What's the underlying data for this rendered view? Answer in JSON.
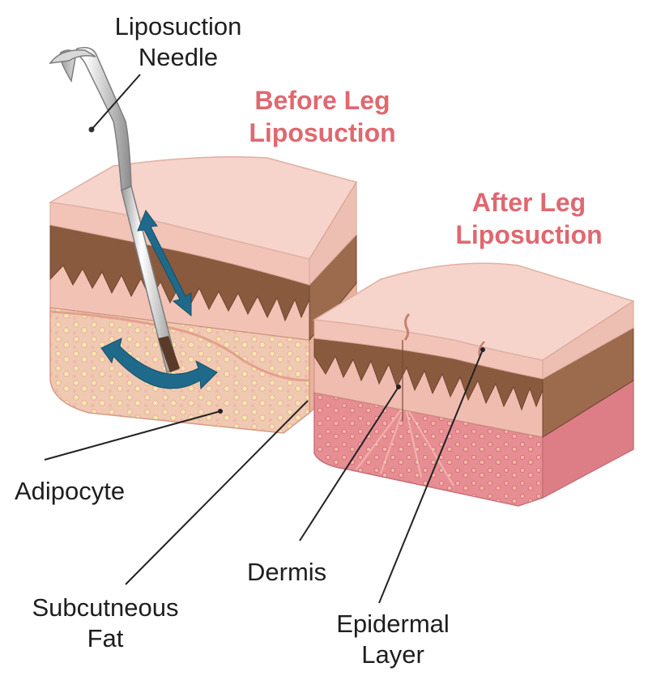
{
  "colors": {
    "title": "#e06870",
    "epidermis": "#f6d3cb",
    "dermis": "#8a5a3e",
    "fat_before": "#f0c9b2",
    "fat_after": "#e78e94",
    "arrow": "#1f6a8a",
    "cannula": "#e6e6e6"
  },
  "titles": {
    "before_line1": "Before Leg",
    "before_line2": "Liposuction",
    "after_line1": "After Leg",
    "after_line2": "Liposuction"
  },
  "labels": {
    "needle_line1": "Liposuction",
    "needle_line2": "Needle",
    "adipocyte": "Adipocyte",
    "fat_line1": "Subcutneous",
    "fat_line2": "Fat",
    "dermis": "Dermis",
    "epidermal_line1": "Epidermal",
    "epidermal_line2": "Layer"
  }
}
